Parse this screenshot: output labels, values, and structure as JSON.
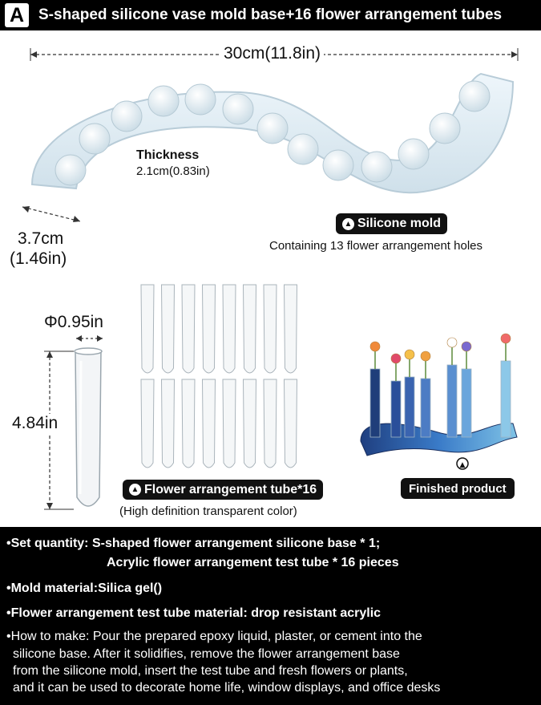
{
  "header": {
    "badge": "A",
    "title": "S-shaped silicone vase mold base+16 flower arrangement tubes"
  },
  "mold": {
    "length_label": "30cm(11.8in)",
    "thickness_title": "Thickness",
    "thickness_value": "2.1cm(0.83in)",
    "width_label_cm": "3.7cm",
    "width_label_in": "(1.46in)",
    "pill_label": "Silicone mold",
    "caption": "Containing 13 flower arrangement holes",
    "hole_count": 13
  },
  "tube": {
    "diameter_label": "Φ0.95in",
    "height_label": "4.84in",
    "pill_label": "Flower arrangement tube*16",
    "caption": "(High definition transparent color)",
    "tube_count": 16
  },
  "product": {
    "pill_label": "Finished product"
  },
  "specs": {
    "set_quantity_line1": "•Set quantity: S-shaped flower arrangement silicone base * 1;",
    "set_quantity_line2": "Acrylic flower arrangement test tube * 16 pieces",
    "mold_material": "•Mold material:Silica gel()",
    "tube_material": "•Flower arrangement test tube material: drop resistant acrylic",
    "how_to_1": "•How to make: Pour the prepared epoxy liquid, plaster, or cement into the",
    "how_to_2": "silicone base. After it solidifies, remove the flower arrangement base",
    "how_to_3": "from the silicone mold, insert the test tube and fresh flowers or plants,",
    "how_to_4": "and it can be used to decorate home life, window displays, and office desks"
  },
  "icons": {
    "pill_marker": "circle-arrow-icon"
  }
}
